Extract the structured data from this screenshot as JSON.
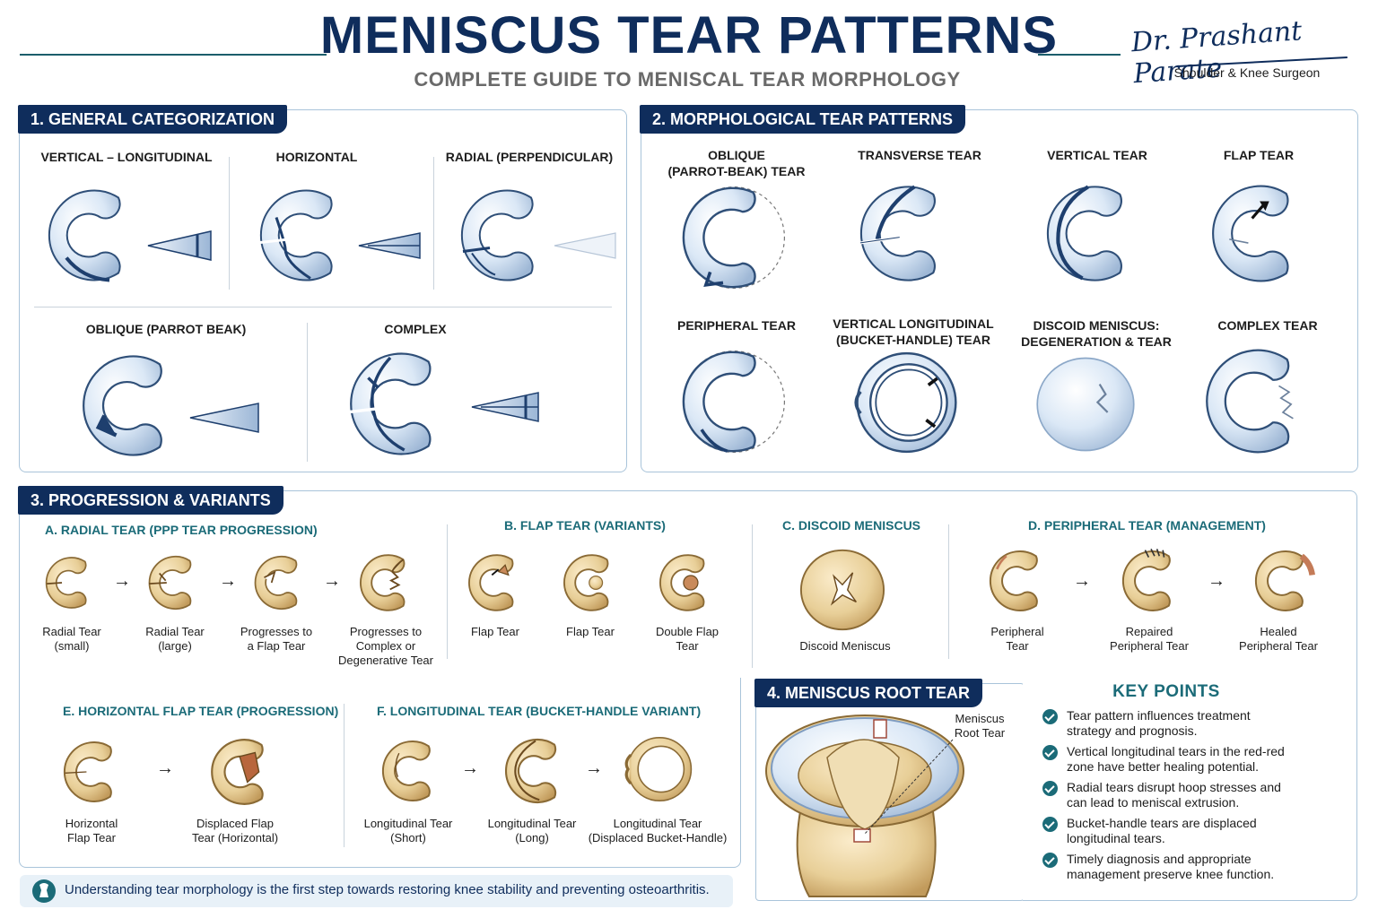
{
  "header": {
    "title": "MENISCUS TEAR PATTERNS",
    "subtitle": "COMPLETE GUIDE TO MENISCAL TEAR MORPHOLOGY",
    "signature": "Dr. Prashant Parate",
    "role": "Shoulder & Knee Surgeon"
  },
  "section1": {
    "label": "1. GENERAL CATEGORIZATION",
    "items": [
      "VERTICAL – LONGITUDINAL",
      "HORIZONTAL",
      "RADIAL (PERPENDICULAR)",
      "OBLIQUE (PARROT BEAK)",
      "COMPLEX"
    ]
  },
  "section2": {
    "label": "2. MORPHOLOGICAL TEAR PATTERNS",
    "items": [
      {
        "line1": "OBLIQUE",
        "line2": "(PARROT-BEAK) TEAR"
      },
      {
        "line1": "TRANSVERSE TEAR",
        "line2": ""
      },
      {
        "line1": "VERTICAL TEAR",
        "line2": ""
      },
      {
        "line1": "FLAP TEAR",
        "line2": ""
      },
      {
        "line1": "PERIPHERAL TEAR",
        "line2": ""
      },
      {
        "line1": "VERTICAL LONGITUDINAL",
        "line2": "(BUCKET-HANDLE) TEAR"
      },
      {
        "line1": "DISCOID MENISCUS:",
        "line2": "DEGENERATION & TEAR"
      },
      {
        "line1": "COMPLEX TEAR",
        "line2": ""
      }
    ]
  },
  "section3": {
    "label": "3. PROGRESSION & VARIANTS",
    "a": {
      "title": "A.  RADIAL TEAR (PPP TEAR PROGRESSION)",
      "items": [
        {
          "l1": "Radial Tear",
          "l2": "(small)",
          "l3": ""
        },
        {
          "l1": "Radial Tear",
          "l2": "(large)",
          "l3": ""
        },
        {
          "l1": "Progresses to",
          "l2": "a Flap Tear",
          "l3": ""
        },
        {
          "l1": "Progresses to",
          "l2": "Complex or",
          "l3": "Degenerative Tear"
        }
      ]
    },
    "b": {
      "title": "B.  FLAP TEAR (VARIANTS)",
      "items": [
        {
          "l1": "Flap Tear",
          "l2": ""
        },
        {
          "l1": "Flap Tear",
          "l2": ""
        },
        {
          "l1": "Double Flap",
          "l2": "Tear"
        }
      ]
    },
    "c": {
      "title": "C.  DISCOID MENISCUS",
      "items": [
        {
          "l1": "Discoid Meniscus"
        }
      ]
    },
    "d": {
      "title": "D.  PERIPHERAL TEAR (MANAGEMENT)",
      "items": [
        {
          "l1": "Peripheral",
          "l2": "Tear"
        },
        {
          "l1": "Repaired",
          "l2": "Peripheral Tear"
        },
        {
          "l1": "Healed",
          "l2": "Peripheral Tear"
        }
      ]
    },
    "e": {
      "title": "E.  HORIZONTAL FLAP TEAR (PROGRESSION)",
      "items": [
        {
          "l1": "Horizontal",
          "l2": "Flap Tear"
        },
        {
          "l1": "Displaced Flap",
          "l2": "Tear (Horizontal)"
        }
      ]
    },
    "f": {
      "title": "F.  LONGITUDINAL TEAR (BUCKET-HANDLE VARIANT)",
      "items": [
        {
          "l1": "Longitudinal Tear",
          "l2": "(Short)"
        },
        {
          "l1": "Longitudinal Tear",
          "l2": "(Long)"
        },
        {
          "l1": "Longitudinal Tear",
          "l2": "(Displaced Bucket-Handle)"
        }
      ]
    }
  },
  "section4": {
    "label": "4. MENISCUS ROOT TEAR",
    "callout_l1": "Meniscus",
    "callout_l2": "Root Tear"
  },
  "key_points": {
    "title": "KEY POINTS",
    "items": [
      {
        "l1": "Tear pattern influences treatment",
        "l2": "strategy and prognosis."
      },
      {
        "l1": "Vertical longitudinal tears in the red-red",
        "l2": "zone have better healing potential."
      },
      {
        "l1": "Radial tears disrupt hoop stresses and",
        "l2": "can lead to meniscal extrusion."
      },
      {
        "l1": "Bucket-handle tears are displaced",
        "l2": "longitudinal tears."
      },
      {
        "l1": "Timely diagnosis and appropriate",
        "l2": "management preserve knee function."
      }
    ]
  },
  "footer": {
    "text": "Understanding tear morphology is the first step towards restoring knee stability and preventing osteoarthritis."
  },
  "colors": {
    "navy": "#0f2d5c",
    "teal": "#1b6b78",
    "meniscus_blue": "#dce9f7",
    "meniscus_tan": "#e8cf98",
    "tear": "#1e3f6e"
  },
  "icons": [
    "check-circle-icon",
    "arrow-right-icon",
    "knee-logo-icon"
  ]
}
